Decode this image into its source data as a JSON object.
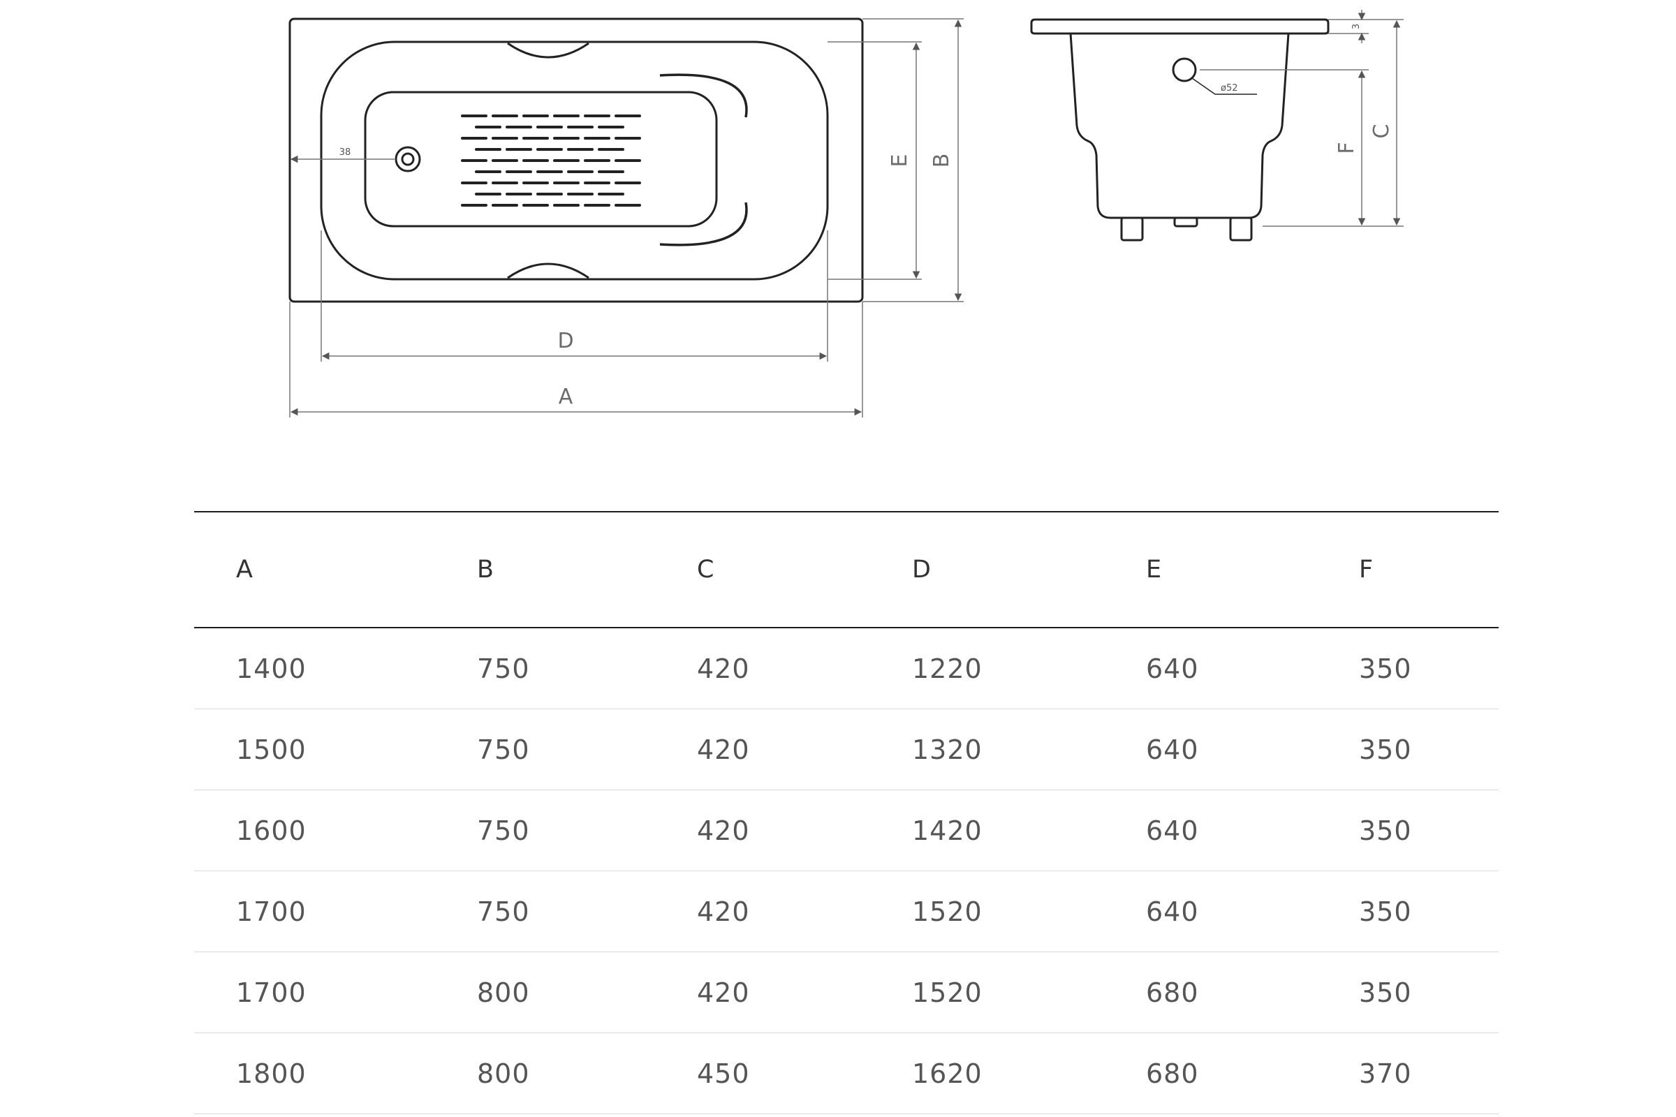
{
  "drawing": {
    "labels": {
      "a": "A",
      "b": "B",
      "c": "C",
      "d": "D",
      "e": "E",
      "f": "F"
    },
    "notes": {
      "outlet_offset": "38",
      "overflow_diameter": "ø52",
      "rim_height": "3"
    },
    "line_color": "#222222"
  },
  "table": {
    "headers": [
      "A",
      "B",
      "C",
      "D",
      "E",
      "F"
    ],
    "rows": [
      [
        "1400",
        "750",
        "420",
        "1220",
        "640",
        "350"
      ],
      [
        "1500",
        "750",
        "420",
        "1320",
        "640",
        "350"
      ],
      [
        "1600",
        "750",
        "420",
        "1420",
        "640",
        "350"
      ],
      [
        "1700",
        "750",
        "420",
        "1520",
        "640",
        "350"
      ],
      [
        "1700",
        "800",
        "420",
        "1520",
        "680",
        "350"
      ],
      [
        "1800",
        "800",
        "450",
        "1620",
        "680",
        "370"
      ]
    ]
  }
}
